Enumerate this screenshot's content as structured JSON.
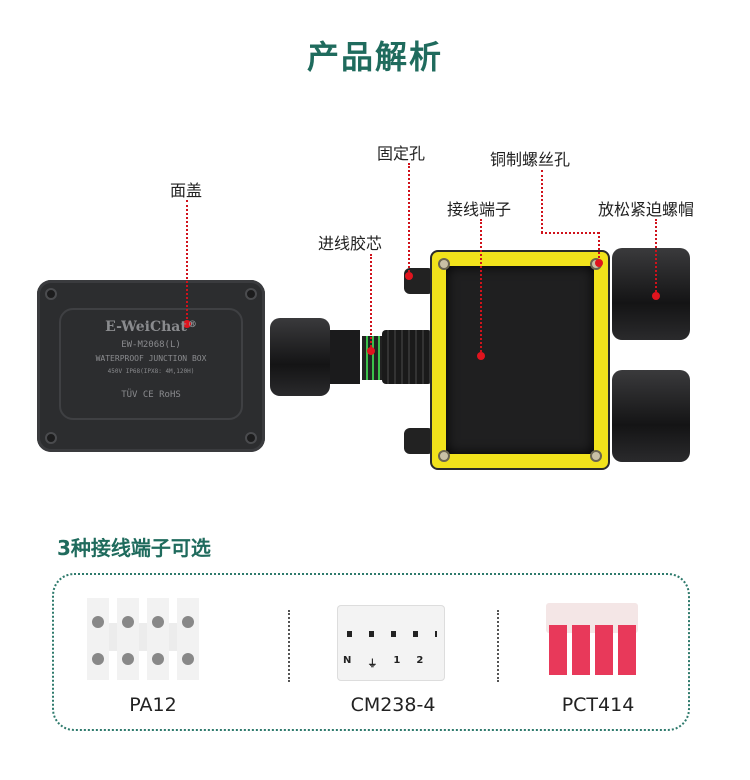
{
  "title": "产品解析",
  "callouts": {
    "cover": "面盖",
    "inlet_core": "进线胶芯",
    "fixing_hole": "固定孔",
    "copper_screw_hole": "铜制螺丝孔",
    "terminal": "接线端子",
    "lock_nut": "放松紧迫螺帽"
  },
  "cover_print": {
    "brand": "E-WeiChat",
    "registered": "®",
    "model": "EW-M2068(L)",
    "name": "WATERPROOF JUNCTION BOX",
    "spec": "450V  IP68(IPX8: 4M,120H)",
    "marks": "TÜV  CE  RoHS"
  },
  "options": {
    "heading": "3种接线端子可选",
    "items": [
      {
        "label": "PA12"
      },
      {
        "label": "CM238-4",
        "pins": [
          "N",
          "⏚",
          "1",
          "2"
        ]
      },
      {
        "label": "PCT414"
      }
    ]
  },
  "colors": {
    "accent": "#1f6b5d",
    "callout": "#e0141e",
    "frame": "#f1e21b",
    "lever": "#e8395a"
  }
}
